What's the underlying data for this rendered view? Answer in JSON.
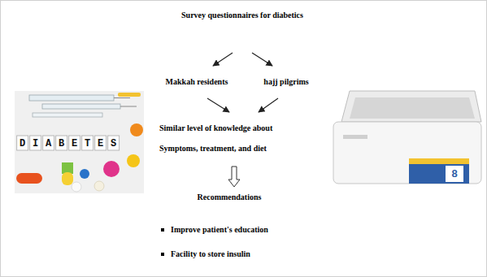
{
  "diagram": {
    "nodes": [
      {
        "text": [
          "Survey questionnaires for diabetics"
        ]
      },
      {
        "text": [
          "Makkah residents"
        ]
      },
      {
        "text": [
          "hajj pilgrims"
        ]
      },
      {
        "text": [
          "Similar level of knowledge about Symptoms, treatment, and diet"
        ]
      },
      {
        "text": [
          "Recommendations"
        ]
      }
    ],
    "edges": [
      {
        "from": 0,
        "to": 1,
        "arrow": "to"
      },
      {
        "from": 0,
        "to": 2,
        "arrow": "to"
      },
      {
        "from": 1,
        "to": 3,
        "arrow": "to"
      },
      {
        "from": 2,
        "to": 3,
        "arrow": "to"
      },
      {
        "from": 3,
        "to": 4,
        "arrow": "to"
      }
    ],
    "labels": [
      "Improve patient's education",
      "Facility to store insulin",
      "DIABETES",
      "8"
    ]
  }
}
